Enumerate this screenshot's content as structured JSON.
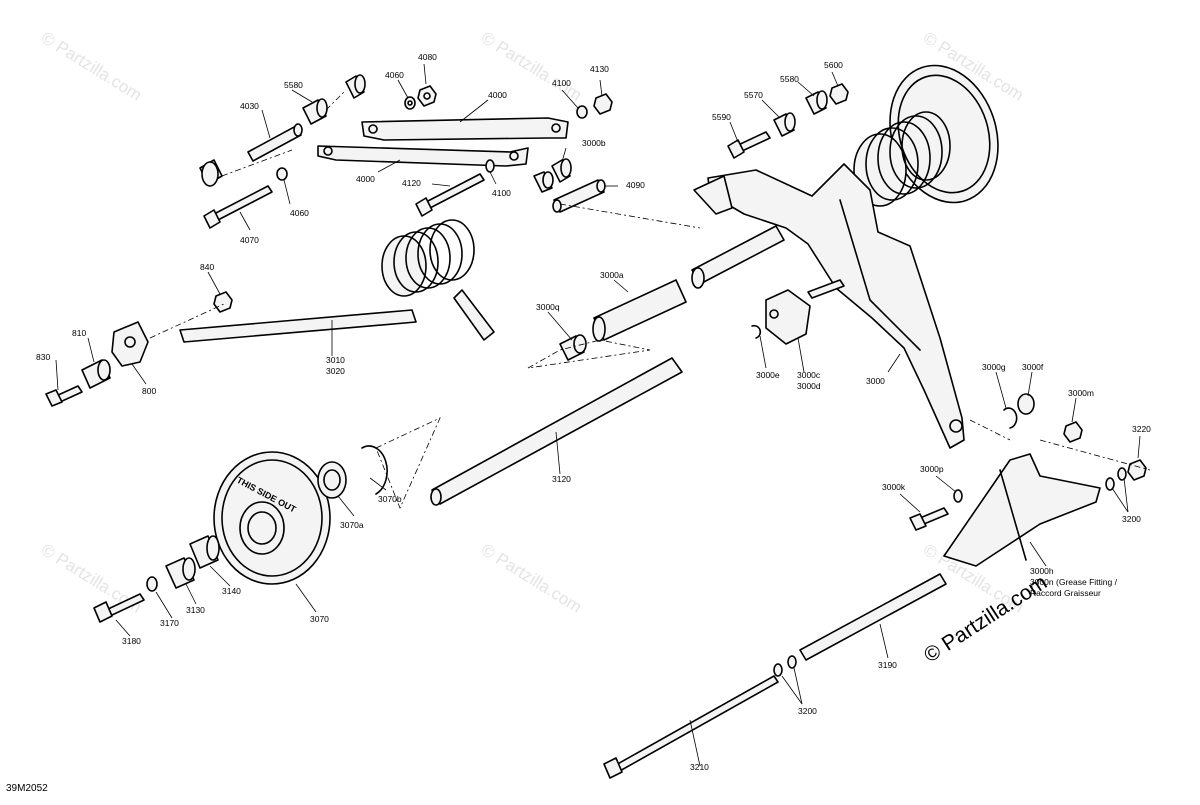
{
  "diagram_id": "39M2052",
  "watermark_text": "© Partzilla.com",
  "callouts": [
    "4080",
    "4060",
    "5580",
    "4030",
    "4000",
    "4100",
    "4130",
    "3000b",
    "4000",
    "4120",
    "4100",
    "4090",
    "4060",
    "4070",
    "5600",
    "5580",
    "5570",
    "5590",
    "840",
    "810",
    "830",
    "800",
    "3010",
    "3020",
    "3000a",
    "3000q",
    "3000",
    "3000e",
    "3000c",
    "3000d",
    "3000g",
    "3000f",
    "3000m",
    "3220",
    "3200",
    "3000p",
    "3000k",
    "3000h",
    "3000n (Grease Fitting /",
    "Raccord Graisseur",
    "3120",
    "3070b",
    "3070a",
    "3070",
    "3140",
    "3130",
    "3170",
    "3180",
    "3190",
    "3200",
    "3210"
  ],
  "part_text": "THIS SIDE OUT"
}
